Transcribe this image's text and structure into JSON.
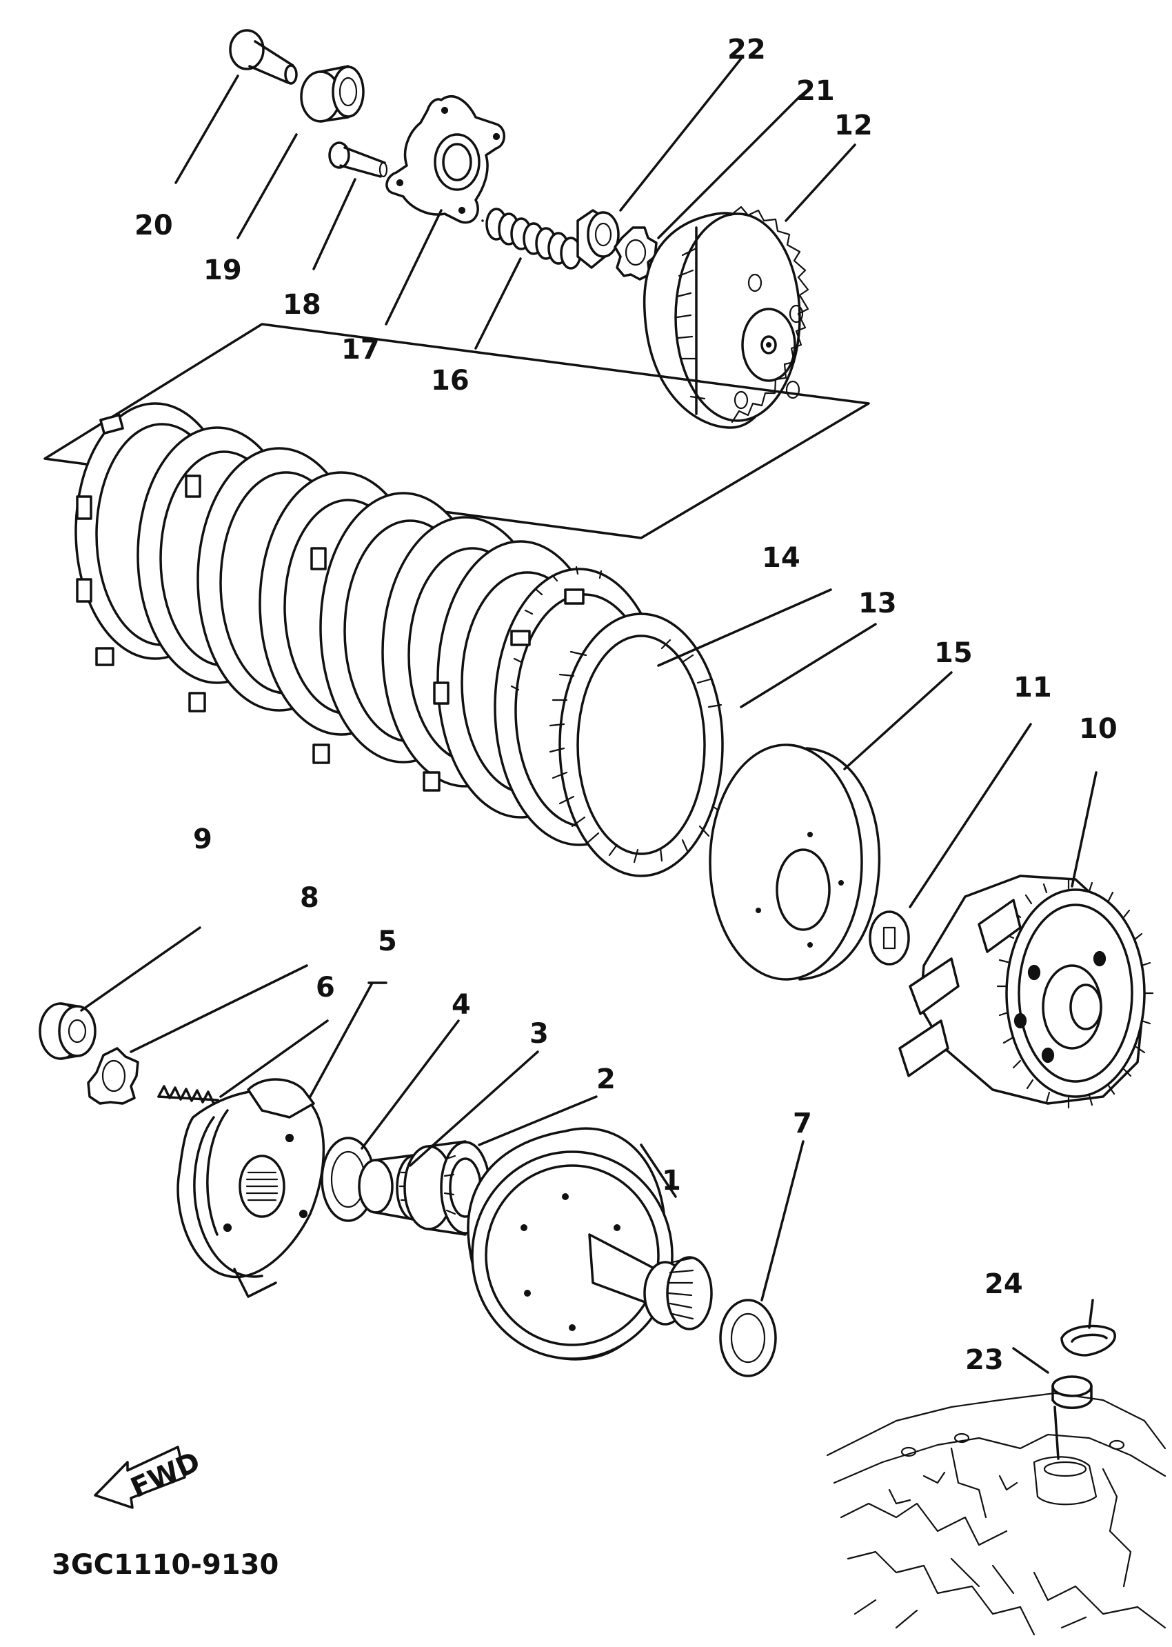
{
  "diagram": {
    "callouts": [
      {
        "id": "1",
        "text": "1"
      },
      {
        "id": "2",
        "text": "2"
      },
      {
        "id": "3",
        "text": "3"
      },
      {
        "id": "4",
        "text": "4"
      },
      {
        "id": "5",
        "text": "5"
      },
      {
        "id": "6",
        "text": "6"
      },
      {
        "id": "7",
        "text": "7"
      },
      {
        "id": "8",
        "text": "8"
      },
      {
        "id": "9",
        "text": "9"
      },
      {
        "id": "10",
        "text": "10"
      },
      {
        "id": "11",
        "text": "11"
      },
      {
        "id": "12",
        "text": "12"
      },
      {
        "id": "13",
        "text": "13"
      },
      {
        "id": "14",
        "text": "14"
      },
      {
        "id": "15",
        "text": "15"
      },
      {
        "id": "16",
        "text": "16"
      },
      {
        "id": "17",
        "text": "17"
      },
      {
        "id": "18",
        "text": "18"
      },
      {
        "id": "19",
        "text": "19"
      },
      {
        "id": "20",
        "text": "20"
      },
      {
        "id": "21",
        "text": "21"
      },
      {
        "id": "22",
        "text": "22"
      },
      {
        "id": "23",
        "text": "23"
      },
      {
        "id": "24",
        "text": "24"
      }
    ],
    "fwd_arrow_text": "FWD",
    "drawing_code": "3GC1110-9130"
  }
}
